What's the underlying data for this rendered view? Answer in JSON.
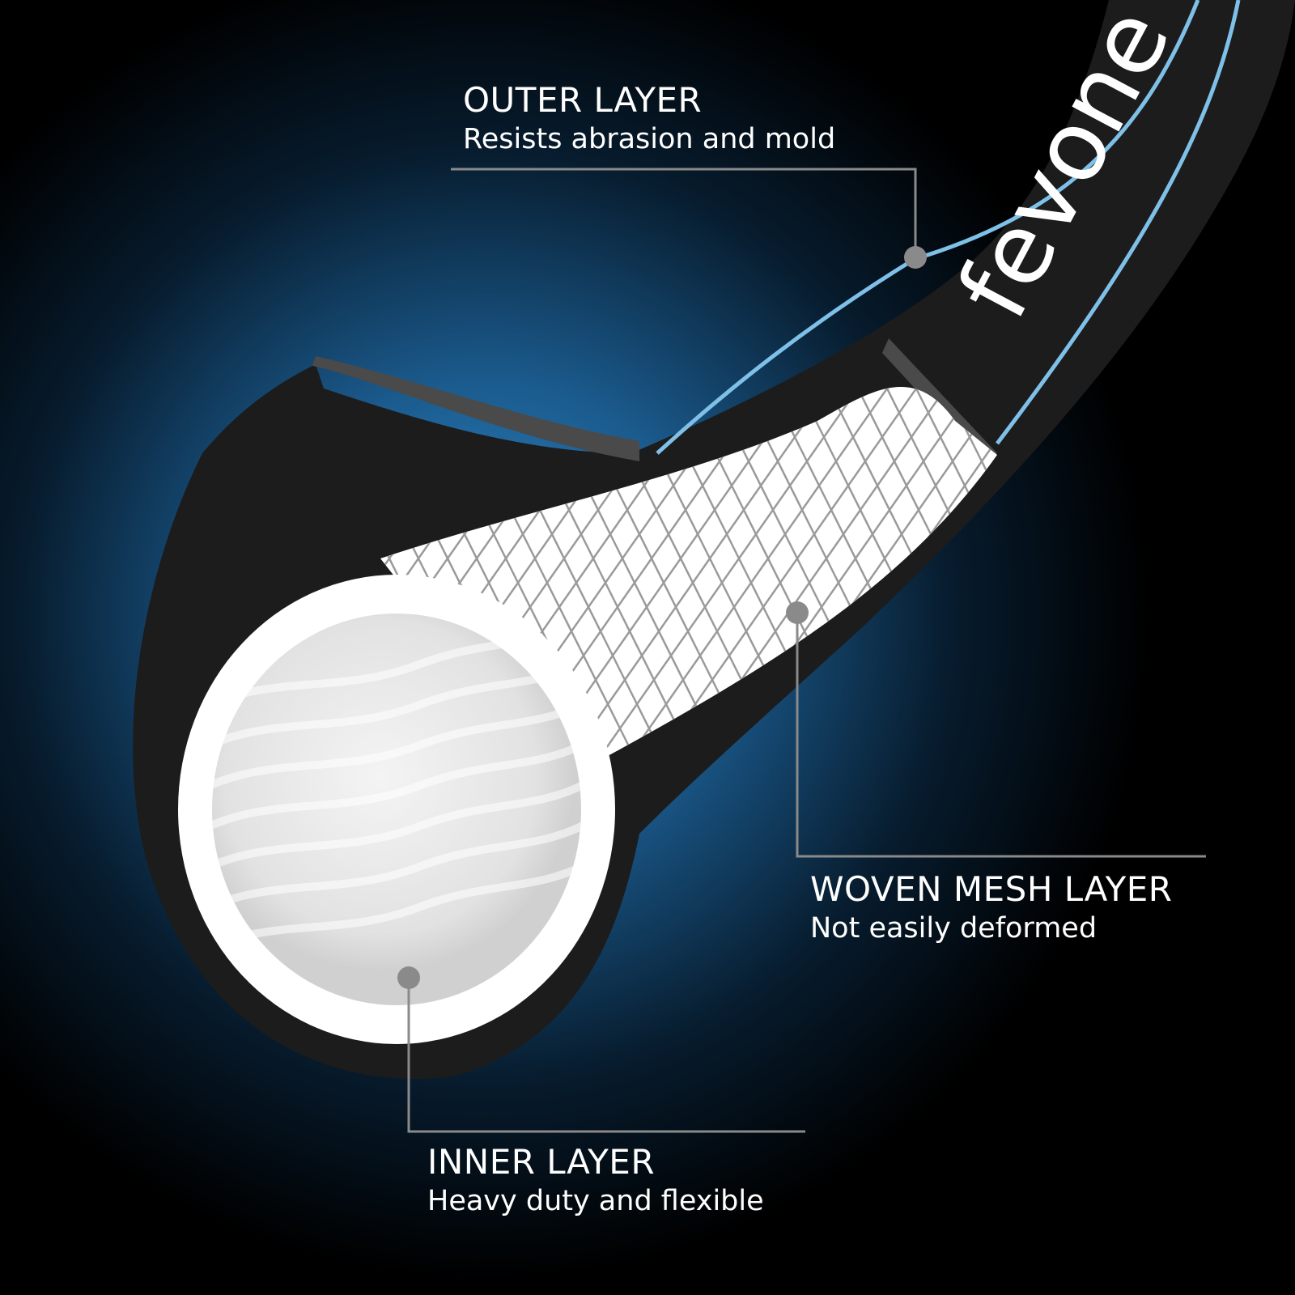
{
  "brand": {
    "name": "fevone"
  },
  "colors": {
    "background_glow": "#2a7fbf",
    "hose_body": "#1a1a1a",
    "stripe": "#7fc0e8",
    "mesh_fill": "#ffffff",
    "mesh_line": "#9a9a9a",
    "callout": "#8a8a8a"
  },
  "callouts": {
    "outer": {
      "title": "OUTER LAYER",
      "subtitle": "Resists abrasion and mold"
    },
    "mesh": {
      "title": "WOVEN MESH LAYER",
      "subtitle": "Not easily deformed"
    },
    "inner": {
      "title": "INNER LAYER",
      "subtitle": "Heavy duty and flexible"
    }
  }
}
